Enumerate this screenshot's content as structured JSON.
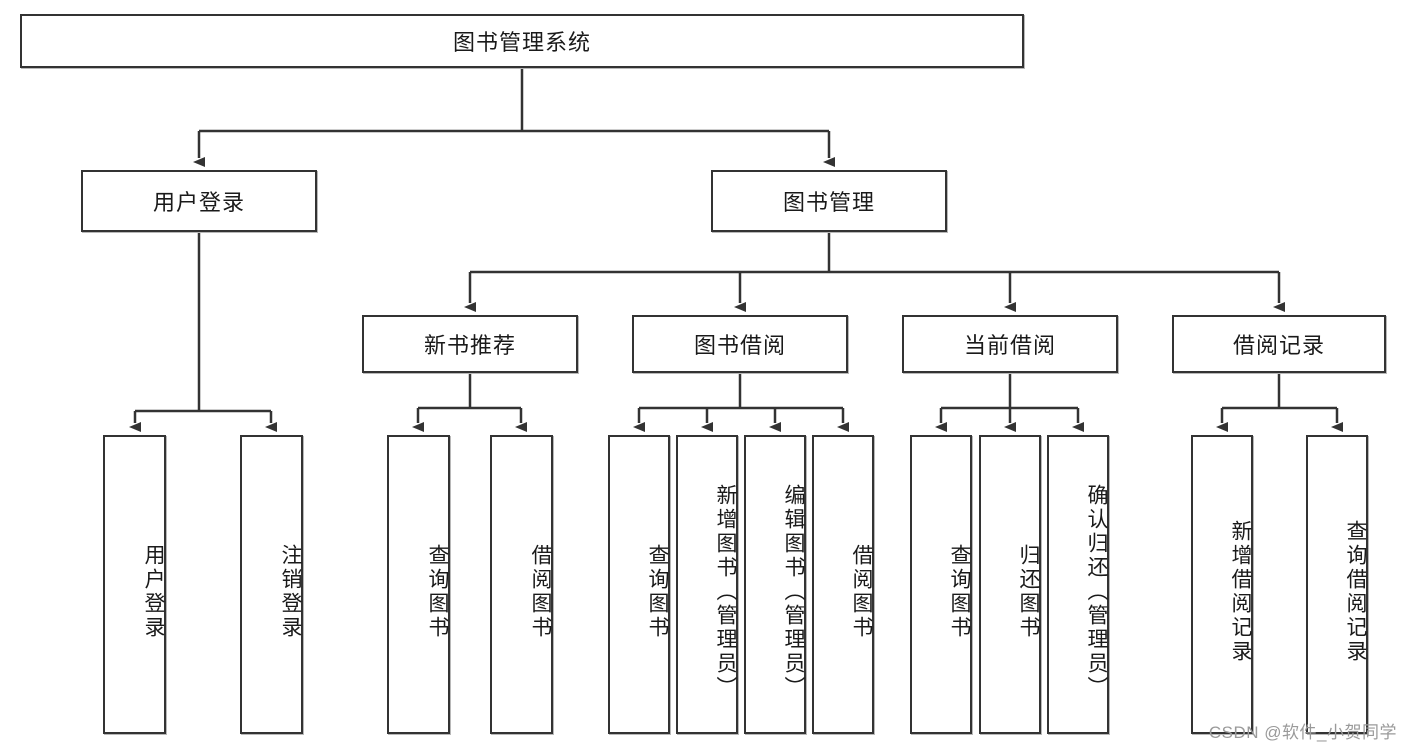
{
  "diagram": {
    "title": "图书管理系统",
    "type": "tree-diagram",
    "root": {
      "label": "图书管理系统"
    },
    "level1": [
      {
        "label": "用户登录"
      },
      {
        "label": "图书管理"
      }
    ],
    "level2": [
      {
        "label": "新书推荐"
      },
      {
        "label": "图书借阅"
      },
      {
        "label": "当前借阅"
      },
      {
        "label": "借阅记录"
      }
    ],
    "leaves": {
      "user_login": [
        {
          "label": "用户登录"
        },
        {
          "label": "注销登录"
        }
      ],
      "new_book_recommend": [
        {
          "label": "查询图书"
        },
        {
          "label": "借阅图书"
        }
      ],
      "book_borrow": [
        {
          "label": "查询图书"
        },
        {
          "label": "新增图书（管理员）"
        },
        {
          "label": "编辑图书（管理员）"
        },
        {
          "label": "借阅图书"
        }
      ],
      "current_borrow": [
        {
          "label": "查询图书"
        },
        {
          "label": "归还图书"
        },
        {
          "label": "确认归还（管理员）"
        }
      ],
      "borrow_record": [
        {
          "label": "新增借阅记录"
        },
        {
          "label": "查询借阅记录"
        }
      ]
    }
  },
  "watermark": {
    "text": "CSDN @软件_小贺同学"
  },
  "colors": {
    "stroke": "#333333",
    "box_fill": "#ffffff",
    "text": "#1a1a1a",
    "watermark": "#9a9a9a",
    "shadow": "#b8b8b8"
  }
}
